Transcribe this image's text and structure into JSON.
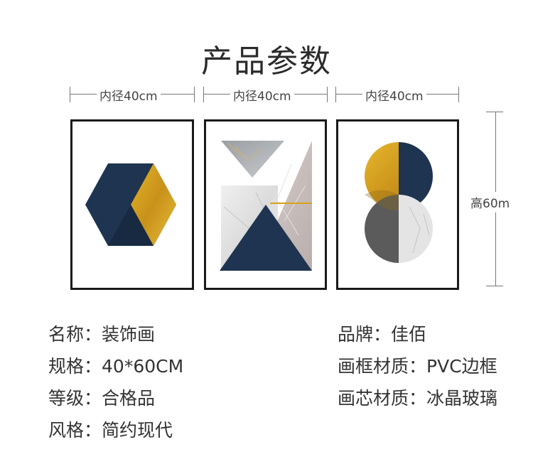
{
  "title": "产品参数",
  "dimensions": {
    "width_labels": [
      "内径40cm",
      "内径40cm",
      "内径40cm"
    ],
    "height_label": "高60m"
  },
  "colors": {
    "navy": "#1e3450",
    "gold": "#d9a21c",
    "marble_light": "#e6e6e6",
    "marble_pink": "#c9bfbd",
    "gray_dark": "#5b5b5b",
    "frame": "#1a1a1a"
  },
  "specs_left": [
    {
      "label": "名称：",
      "value": "装饰画"
    },
    {
      "label": "规格：",
      "value": "40*60CM"
    },
    {
      "label": "等级：",
      "value": "合格品"
    },
    {
      "label": "风格：",
      "value": "简约现代"
    }
  ],
  "specs_right": [
    {
      "label": "品牌：",
      "value": "佳佰"
    },
    {
      "label": "画框材质：",
      "value": "PVC边框"
    },
    {
      "label": "画芯材质：",
      "value": "冰晶玻璃"
    }
  ]
}
